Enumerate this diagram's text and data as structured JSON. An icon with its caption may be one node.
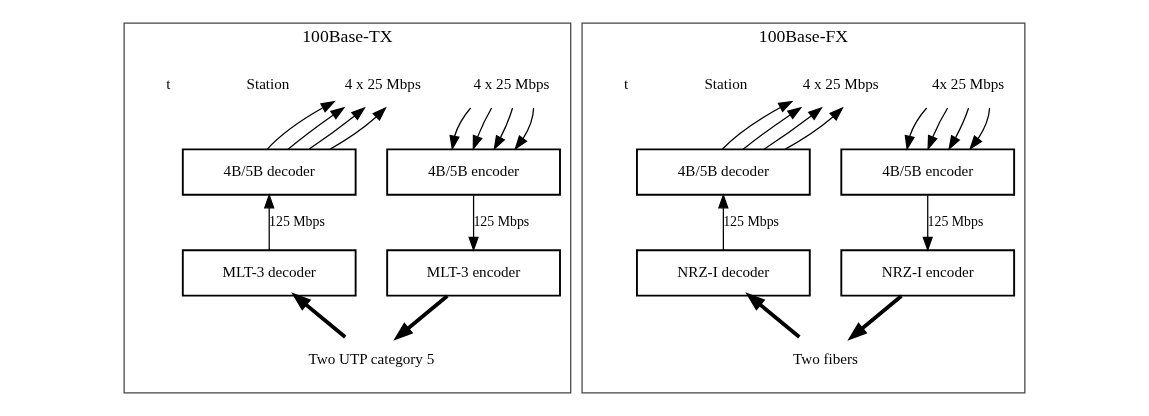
{
  "diagram": {
    "nodes": [
      {
        "text": [
          "100Base-TX"
        ]
      },
      {
        "text": [
          "4 x 25 Mbps"
        ],
        "in": 0
      },
      {
        "text": [
          "4 x 25 Mbps"
        ],
        "in": 0
      },
      {
        "text": [
          "4B/5B encoder"
        ],
        "in": 0
      },
      {
        "text": [
          "4B/5B decoder"
        ],
        "in": 0
      },
      {
        "text": [
          "MLT-3 encoder"
        ],
        "in": 0
      },
      {
        "text": [
          "MLT-3 decoder"
        ],
        "in": 0
      },
      {
        "text": [
          "Two UTP category 5"
        ],
        "in": 0
      },
      {
        "text": [
          "100Base-FX"
        ]
      },
      {
        "text": [
          "4x 25 Mbps"
        ],
        "in": 8
      },
      {
        "text": [
          "4 x 25 Mbps"
        ],
        "in": 8
      },
      {
        "text": [
          "4B/5B encoder"
        ],
        "in": 8
      },
      {
        "text": [
          "4B/5B decoder"
        ],
        "in": 8
      },
      {
        "text": [
          "NRZ-I encoder"
        ],
        "in": 8
      },
      {
        "text": [
          "NRZ-I decoder"
        ],
        "in": 8
      },
      {
        "text": [
          "Two fibers"
        ],
        "in": 8
      }
    ],
    "edges": [
      {
        "from": 1,
        "to": 3,
        "arrow": "to"
      },
      {
        "from": 1,
        "to": 3,
        "arrow": "to"
      },
      {
        "from": 1,
        "to": 3,
        "arrow": "to"
      },
      {
        "from": 1,
        "to": 3,
        "arrow": "to"
      },
      {
        "from": 4,
        "to": 2,
        "arrow": "to"
      },
      {
        "from": 4,
        "to": 2,
        "arrow": "to"
      },
      {
        "from": 4,
        "to": 2,
        "arrow": "to"
      },
      {
        "from": 4,
        "to": 2,
        "arrow": "to"
      },
      {
        "from": 3,
        "to": 5,
        "arrow": "to",
        "label": "125 Mbps"
      },
      {
        "from": 6,
        "to": 4,
        "arrow": "to",
        "label": "125 Mbps"
      },
      {
        "from": 5,
        "to": 7,
        "arrow": "to",
        "style": "thick"
      },
      {
        "from": 7,
        "to": 6,
        "arrow": "to",
        "style": "thick"
      },
      {
        "from": 9,
        "to": 11,
        "arrow": "to"
      },
      {
        "from": 9,
        "to": 11,
        "arrow": "to"
      },
      {
        "from": 9,
        "to": 11,
        "arrow": "to"
      },
      {
        "from": 9,
        "to": 11,
        "arrow": "to"
      },
      {
        "from": 12,
        "to": 10,
        "arrow": "to"
      },
      {
        "from": 12,
        "to": 10,
        "arrow": "to"
      },
      {
        "from": 12,
        "to": 10,
        "arrow": "to"
      },
      {
        "from": 12,
        "to": 10,
        "arrow": "to"
      },
      {
        "from": 11,
        "to": 13,
        "arrow": "to",
        "label": "125 Mbps"
      },
      {
        "from": 14,
        "to": 12,
        "arrow": "to",
        "label": "125 Mbps"
      },
      {
        "from": 13,
        "to": 15,
        "arrow": "to",
        "style": "thick"
      },
      {
        "from": 15,
        "to": 14,
        "arrow": "to",
        "style": "thick"
      }
    ],
    "labels": [
      "Station",
      "t",
      "Station",
      "t"
    ]
  }
}
